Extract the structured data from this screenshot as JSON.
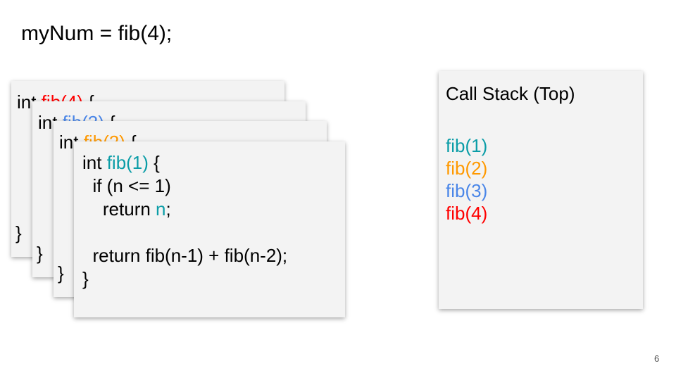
{
  "title": "myNum = fib(4);",
  "colors": {
    "fib4": "#ff0000",
    "fib3": "#4a86e8",
    "fib2": "#ff9900",
    "fib1": "#0b9da7",
    "card_bg": "#f3f3f3"
  },
  "frames": [
    {
      "keyword": "int ",
      "name": "fib(4)",
      "brace": " {",
      "close": "}",
      "color": "#ff0000"
    },
    {
      "keyword": "int ",
      "name": "fib(3)",
      "brace": " {",
      "close": "}",
      "color": "#4a86e8"
    },
    {
      "keyword": "int ",
      "name": "fib(2)",
      "brace": " {",
      "close": "}",
      "color": "#ff9900"
    }
  ],
  "front": {
    "keyword": "int ",
    "name": "fib(1)",
    "brace": " {",
    "color": "#0b9da7",
    "if_line": "  if (n <= 1)",
    "return_prefix": "    return ",
    "return_var": "n",
    "return_suffix": ";",
    "recursive_line": "  return fib(n-1) + fib(n-2);",
    "close": "}"
  },
  "call_stack": {
    "title": "Call Stack (Top)",
    "items": [
      {
        "label": "fib(1)",
        "color": "#0b9da7"
      },
      {
        "label": "fib(2)",
        "color": "#ff9900"
      },
      {
        "label": "fib(3)",
        "color": "#4a86e8"
      },
      {
        "label": "fib(4)",
        "color": "#ff0000"
      }
    ]
  },
  "page_number": "6"
}
